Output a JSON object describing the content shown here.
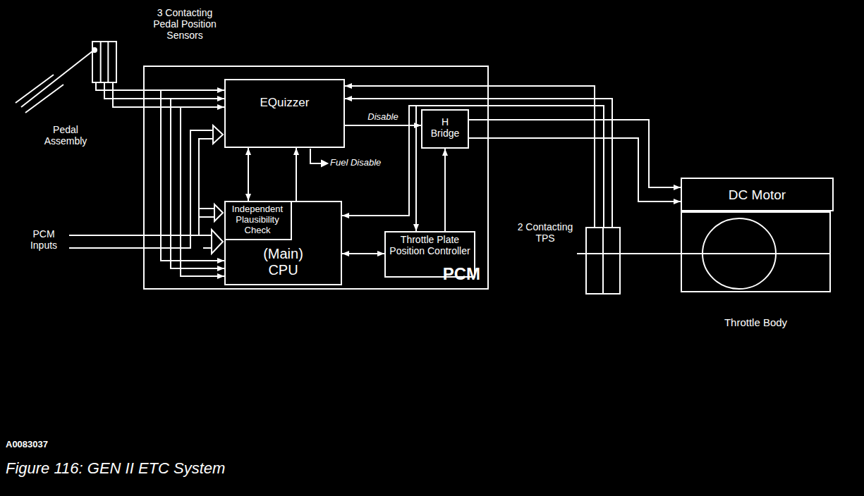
{
  "diagram": {
    "caption": "Figure 116: GEN II ETC System",
    "nodes": [
      {
        "text": [
          "3 Contacting Pedal Position Sensors"
        ]
      },
      {
        "text": [
          "PCM"
        ]
      },
      {
        "text": [
          "EQuizzer"
        ],
        "in": 1
      },
      {
        "text": [
          "H Bridge"
        ],
        "in": 1
      },
      {
        "text": [
          "(Main) CPU"
        ],
        "in": 1
      },
      {
        "text": [
          "Independent Plausibility Check"
        ],
        "in": 4
      },
      {
        "text": [
          "Throttle Plate Position Controller"
        ],
        "in": 1
      },
      {
        "text": [
          "DC Motor"
        ]
      },
      {
        "text": [
          "Throttle Body"
        ]
      },
      {
        "text": [
          "2 Contacting TPS"
        ]
      }
    ],
    "edges": [
      {
        "from": 0,
        "to": 2,
        "arrow": "to"
      },
      {
        "from": 0,
        "to": 2,
        "arrow": "to"
      },
      {
        "from": 0,
        "to": 2,
        "arrow": "to"
      },
      {
        "from": 0,
        "to": 4,
        "arrow": "to"
      },
      {
        "from": 0,
        "to": 4,
        "arrow": "to"
      },
      {
        "from": 0,
        "to": 4,
        "arrow": "to"
      },
      {
        "from": 2,
        "to": 3,
        "label": "Disable",
        "arrow": "to"
      },
      {
        "from": 2,
        "to": 5,
        "arrow": "both"
      },
      {
        "from": 4,
        "to": 2,
        "arrow": "to"
      },
      {
        "from": 4,
        "to": 6,
        "arrow": "both"
      },
      {
        "from": 6,
        "to": 3,
        "arrow": "to"
      },
      {
        "from": 3,
        "to": 7,
        "arrow": "to"
      },
      {
        "from": 3,
        "to": 7,
        "arrow": "to"
      },
      {
        "from": 9,
        "to": 2,
        "arrow": "to"
      },
      {
        "from": 9,
        "to": 2,
        "arrow": "to"
      },
      {
        "from": 9,
        "to": 4,
        "arrow": "to"
      },
      {
        "from": 9,
        "to": 6,
        "arrow": "to"
      }
    ],
    "labels": [
      "Pedal Assembly",
      "PCM Inputs",
      "Fuel Disable",
      "A0083037"
    ]
  }
}
